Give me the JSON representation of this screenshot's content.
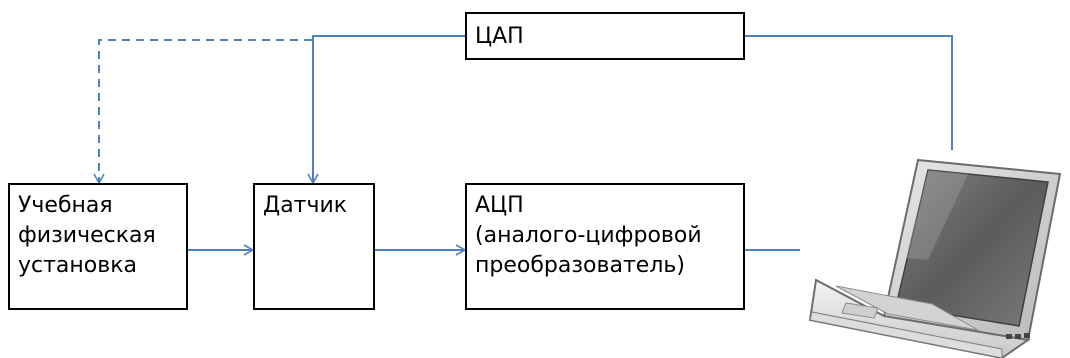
{
  "diagram": {
    "boxes": {
      "trainer": "Учебная\nфизическая\nустановка",
      "sensor": "Датчик",
      "adc": "АЦП\n(аналого-цифровой\nпреобразователь)",
      "dac": "ЦАП"
    },
    "colors": {
      "line": "#4f81bd",
      "box_border": "#000000",
      "text": "#000000"
    },
    "icons": {
      "computer": "laptop-icon"
    }
  }
}
